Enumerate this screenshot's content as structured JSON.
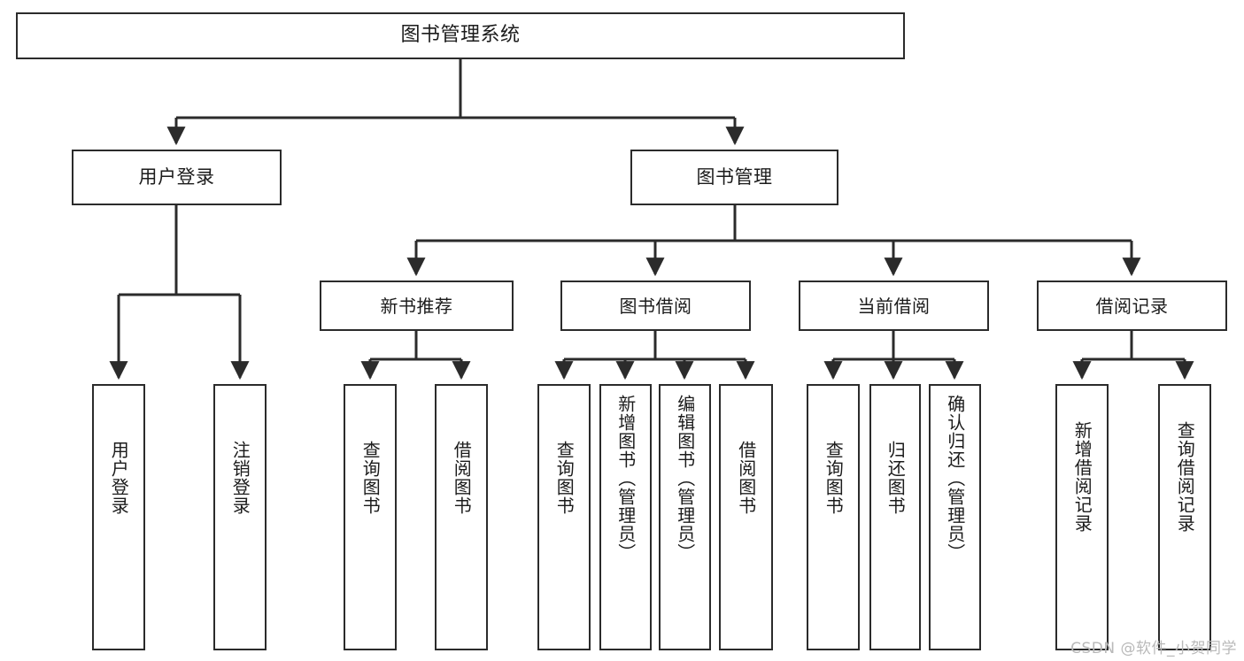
{
  "diagram": {
    "title": "图书管理系统",
    "type": "hierarchy-tree",
    "orientation": "top-down",
    "line_color": "#2b2b2b",
    "box_fill": "#ffffff",
    "text_color": "#1b1b1b",
    "nodes": {
      "root": {
        "label": "图书管理系统"
      },
      "level2": [
        {
          "label": "用户登录"
        },
        {
          "label": "图书管理"
        }
      ],
      "level3": [
        {
          "label": "新书推荐"
        },
        {
          "label": "图书借阅"
        },
        {
          "label": "当前借阅"
        },
        {
          "label": "借阅记录"
        }
      ],
      "leaves": [
        {
          "label": "用户登录",
          "parent": "用户登录"
        },
        {
          "label": "注销登录",
          "parent": "用户登录"
        },
        {
          "label": "查询图书",
          "parent": "新书推荐"
        },
        {
          "label": "借阅图书",
          "parent": "新书推荐"
        },
        {
          "label": "查询图书",
          "parent": "图书借阅"
        },
        {
          "label": "新增图书（管理员）",
          "parent": "图书借阅"
        },
        {
          "label": "编辑图书（管理员）",
          "parent": "图书借阅"
        },
        {
          "label": "借阅图书",
          "parent": "图书借阅"
        },
        {
          "label": "查询图书",
          "parent": "当前借阅"
        },
        {
          "label": "归还图书",
          "parent": "当前借阅"
        },
        {
          "label": "确认归还（管理员）",
          "parent": "当前借阅"
        },
        {
          "label": "新增借阅记录",
          "parent": "借阅记录"
        },
        {
          "label": "查询借阅记录",
          "parent": "借阅记录"
        }
      ]
    }
  },
  "watermark": {
    "text": "CSDN @软件_小贺同学"
  }
}
